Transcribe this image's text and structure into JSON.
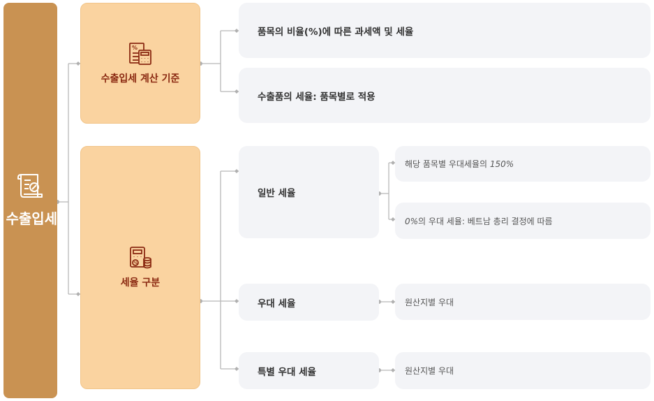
{
  "root": {
    "label": "수출입세",
    "icon": "tax-document-icon"
  },
  "categories": [
    {
      "label": "수출입세 계산 기준",
      "icon": "calculator-document-icon",
      "items": [
        {
          "label": "품목의 비율(%)에 따른 과세액 및 세율"
        },
        {
          "label": "수출품의 세율: 품목별로 적용"
        }
      ]
    },
    {
      "label": "세율 구분",
      "icon": "calculator-coins-icon",
      "items": [
        {
          "label": "일반 세율",
          "details": [
            {
              "prefix": "해당 품목별 우대세율의 ",
              "number": "150%",
              "suffix": ""
            },
            {
              "prefix": "",
              "number": "0%",
              "suffix": "의 우대 세율: 베트남 총리 결정에 따름"
            }
          ]
        },
        {
          "label": "우대 세율",
          "details": [
            {
              "prefix": "원산지별 우대",
              "number": "",
              "suffix": ""
            }
          ]
        },
        {
          "label": "특별 우대 세율",
          "details": [
            {
              "prefix": "원산지별 우대",
              "number": "",
              "suffix": ""
            }
          ]
        }
      ]
    }
  ],
  "colors": {
    "root": "#c99252",
    "category_fill": "#fad3a0",
    "category_text": "#8b2a12",
    "box_fill": "#f3f4f7",
    "connector": "#b5b5b5"
  }
}
